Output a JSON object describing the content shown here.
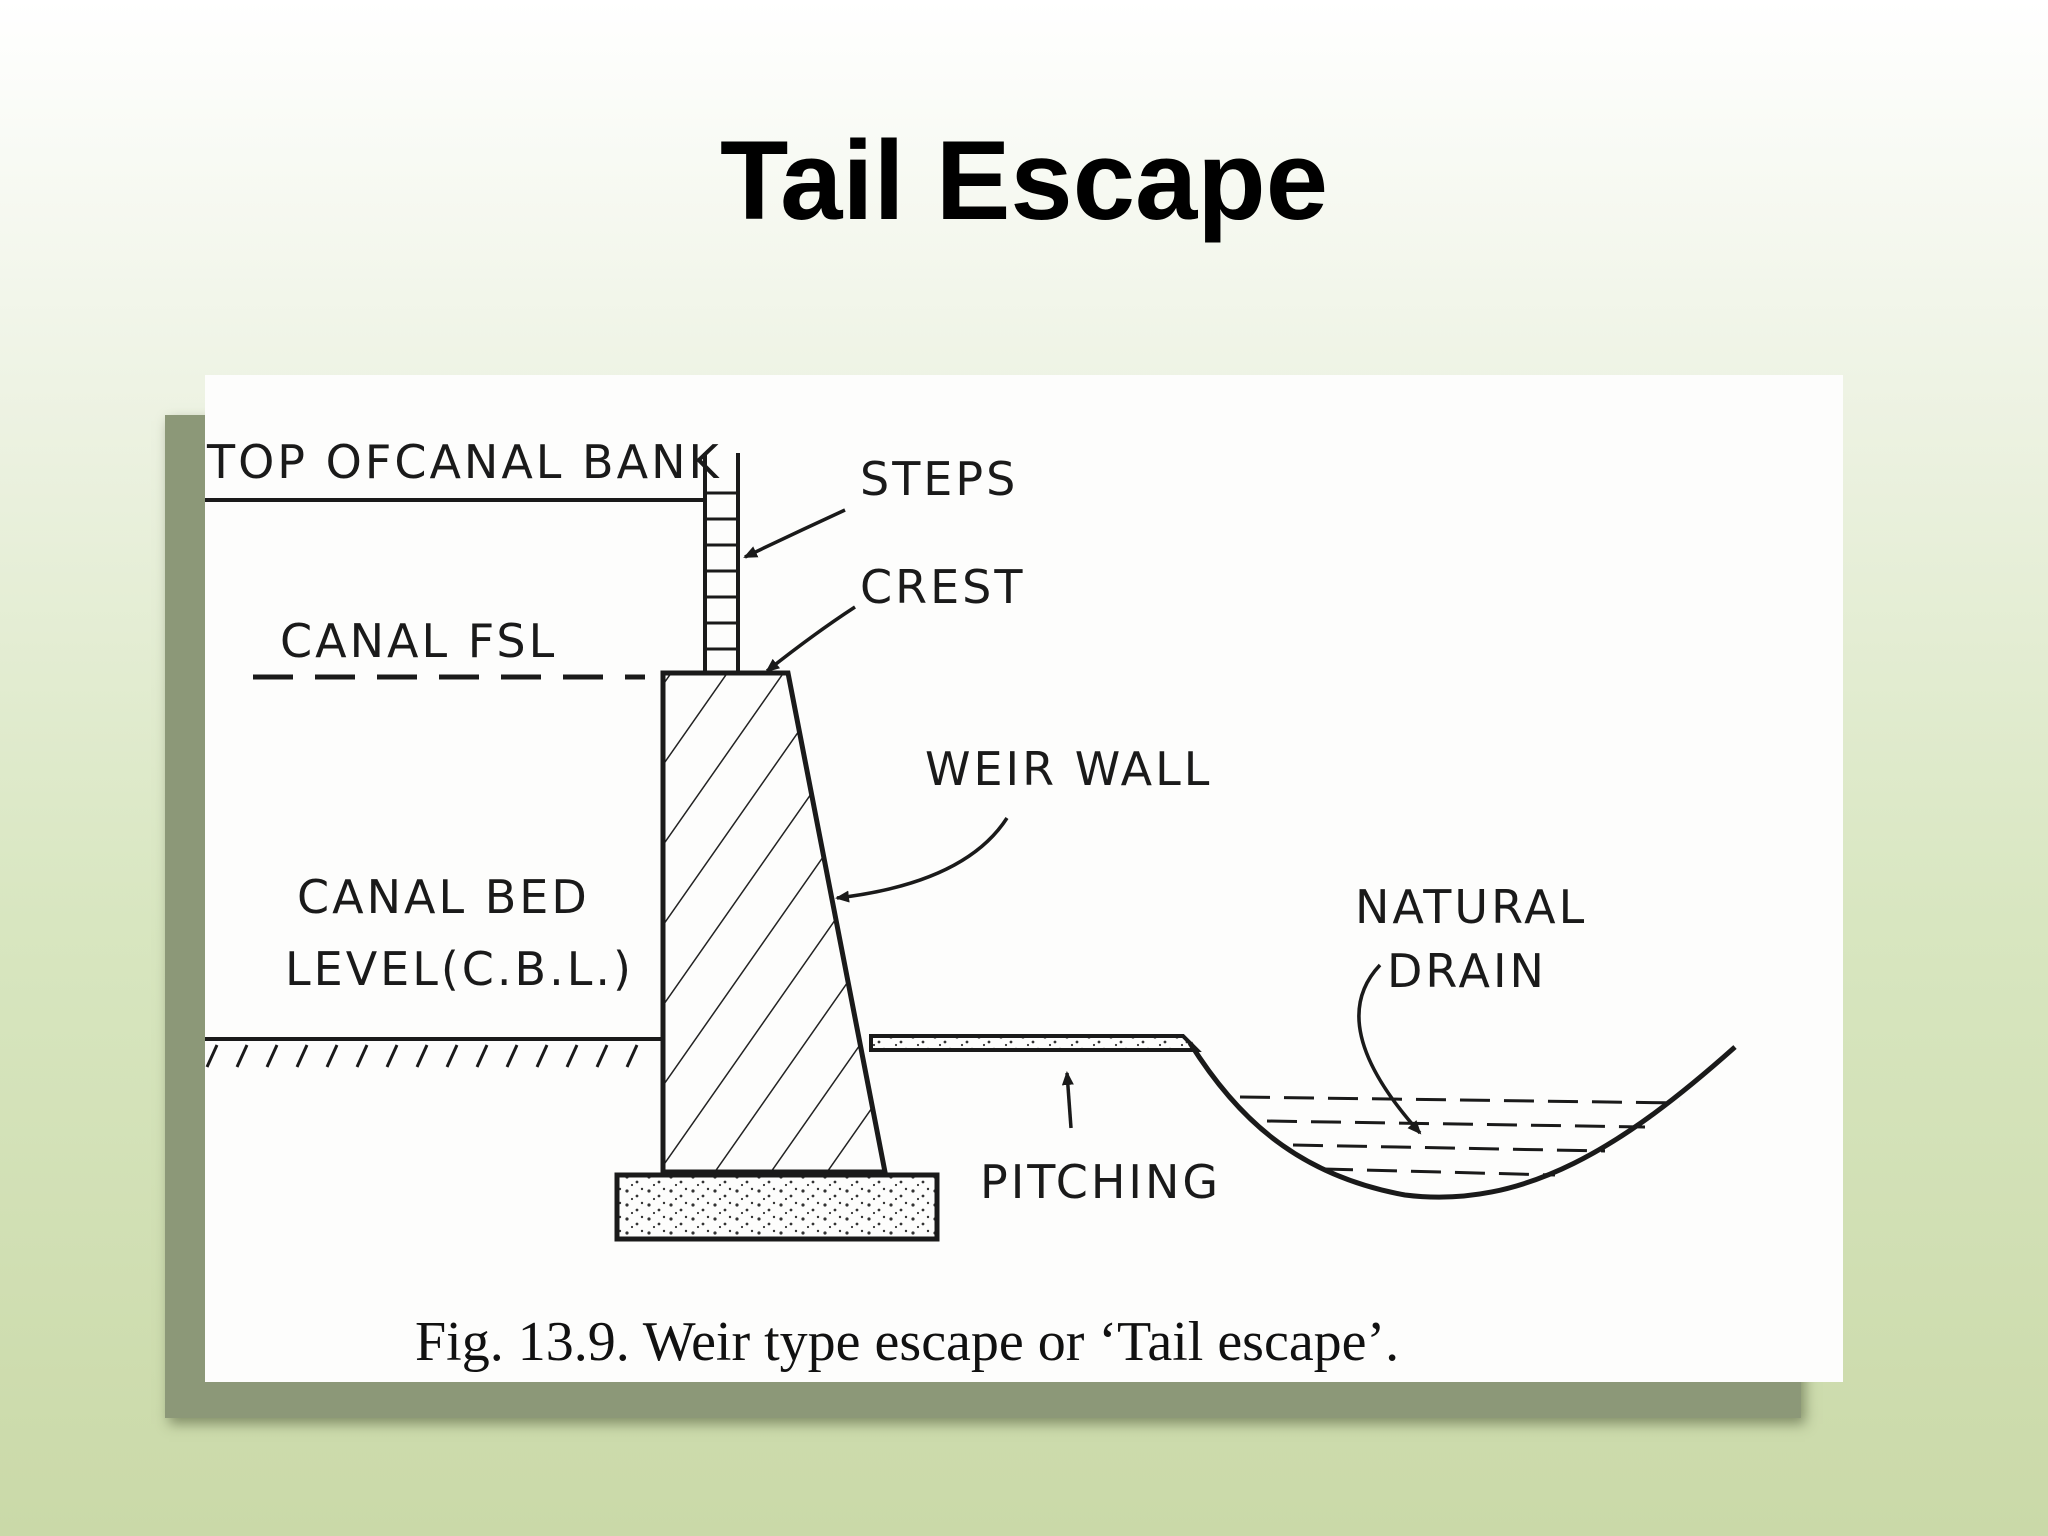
{
  "slide": {
    "title": "Tail Escape"
  },
  "diagram": {
    "labels": {
      "top_of_canal_bank": "TOP OFCANAL BANK",
      "steps": "STEPS",
      "crest": "CREST",
      "canal_fsl": "CANAL FSL",
      "weir_wall": "WEIR WALL",
      "canal_bed_line1": "CANAL BED",
      "canal_bed_line2": "LEVEL(C.B.L.)",
      "natural_line1": "NATURAL",
      "natural_line2": "DRAIN",
      "pitching": "PITCHING"
    },
    "caption": "Fig. 13.9. Weir type escape or ‘Tail escape’."
  }
}
